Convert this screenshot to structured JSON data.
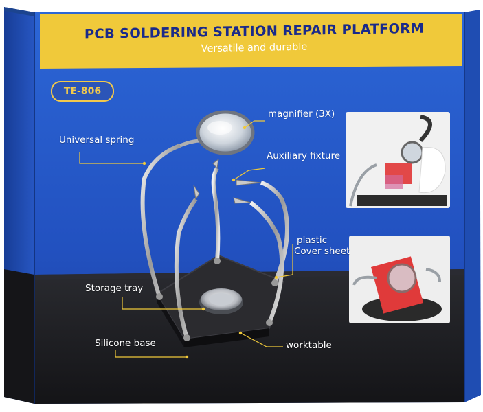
{
  "box": {
    "title": "PCB SOLDERING STATION REPAIR PLATFORM",
    "subtitle": "Versatile and durable",
    "model": "TE-806"
  },
  "callouts": {
    "magnifier": "magnifier (3X)",
    "universal_spring": "Universal  spring",
    "auxiliary_fixture": "Auxiliary fixture",
    "plastic_cover_line1": "plastic",
    "plastic_cover_line2": "Cover sheet",
    "storage_tray": "Storage tray",
    "silicone_base": "Silicone base",
    "worktable": "worktable"
  },
  "colors": {
    "box_blue": "#2457c9",
    "banner_yellow": "#f0c93a",
    "title_blue": "#1a2a8a",
    "label_white": "#ffffff",
    "base_dark": "#1e1e22"
  }
}
